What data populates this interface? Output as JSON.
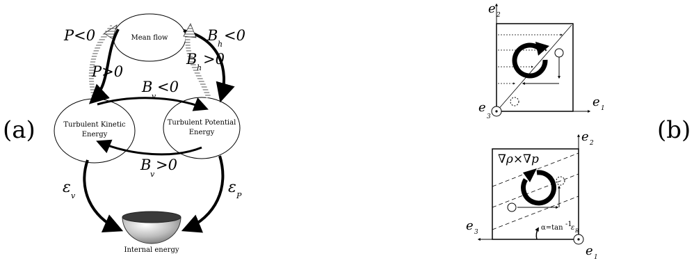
{
  "panel_labels": {
    "left": "(a)",
    "right": "(b)"
  },
  "left_diagram": {
    "nodes": {
      "mean_flow": "Mean flow",
      "tke_line1": "Turbulent Kinetic",
      "tke_line2": "Energy",
      "tpe_line1": "Turbulent Potential",
      "tpe_line2": "Energy",
      "internal": "Internal energy"
    },
    "arrows": {
      "p_neg": "P<0",
      "p_pos": "P>0",
      "bh_neg": "B",
      "bh_neg_sub": "h",
      "bh_neg_rel": "<0",
      "bh_pos": "B",
      "bh_pos_sub": "h",
      "bh_pos_rel": ">0",
      "bv_neg": "B",
      "bv_neg_sub": "v",
      "bv_neg_rel": "<0",
      "bv_pos": "B",
      "bv_pos_sub": "v",
      "bv_pos_rel": ">0",
      "eps_v": "ε",
      "eps_v_sub": "v",
      "eps_p": "ε",
      "eps_p_sub": "P"
    }
  },
  "right_top": {
    "axis_e2": "e",
    "axis_e2_sub": "2",
    "axis_e1": "e",
    "axis_e1_sub": "1",
    "axis_e3": "e",
    "axis_e3_sub": "3"
  },
  "right_bottom": {
    "axis_e2": "e",
    "axis_e2_sub": "2",
    "axis_e1": "e",
    "axis_e1_sub": "1",
    "axis_e3": "e",
    "axis_e3_sub": "3",
    "baroclinic": "∇ρ×∇p",
    "angle_label": "α=tan",
    "angle_sup": "-1",
    "angle_eps": "ε",
    "angle_eps_sub": "B"
  }
}
